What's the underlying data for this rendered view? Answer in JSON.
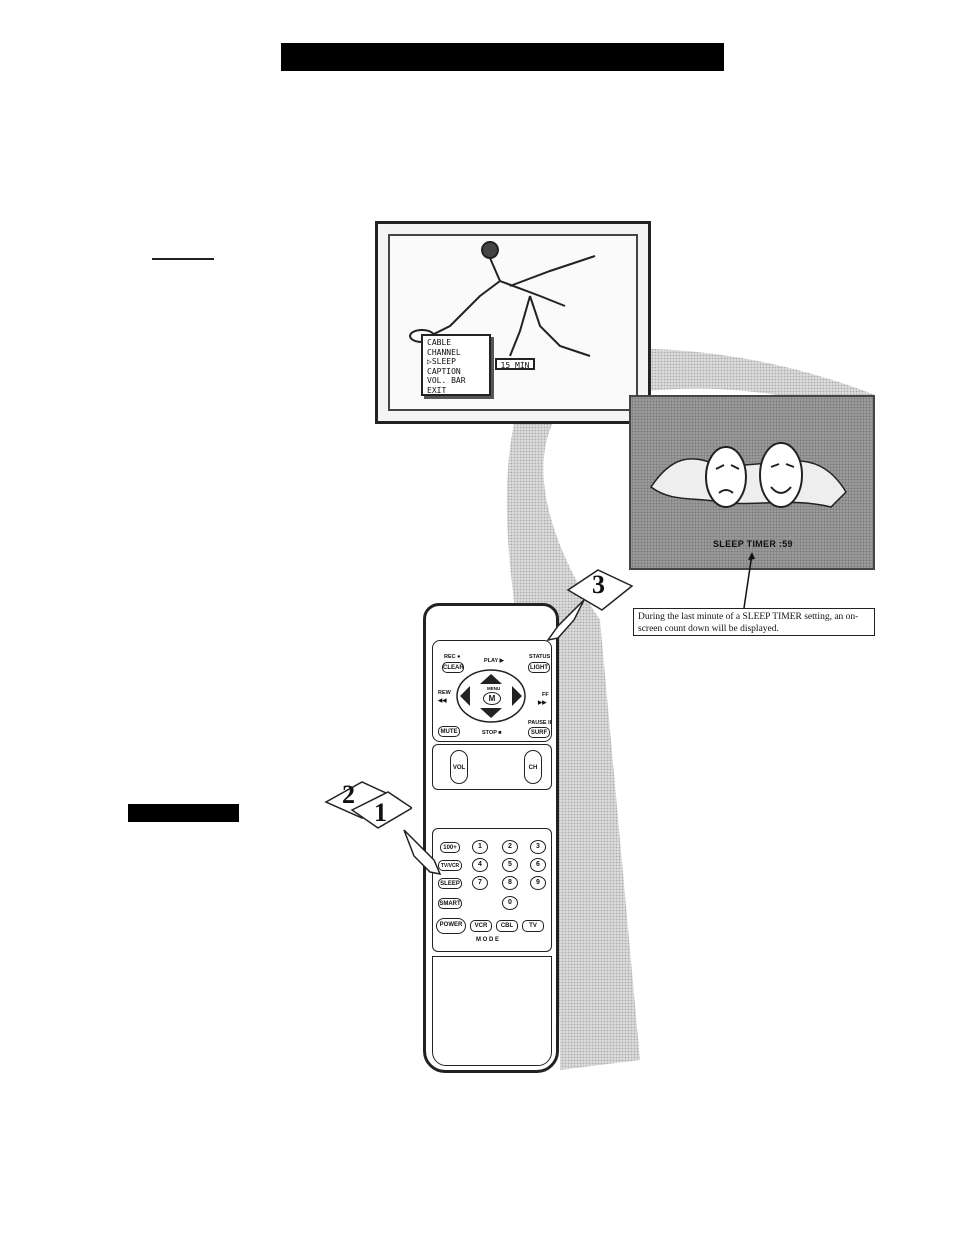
{
  "tv_menu": {
    "items": [
      "CABLE",
      "CHANNEL",
      "▷SLEEP",
      "CAPTION",
      "VOL. BAR",
      "EXIT"
    ],
    "value": "15 MIN"
  },
  "overlay": {
    "sleep_timer": "SLEEP TIMER  :59"
  },
  "caption": "During the last minute of a SLEEP TIMER setting, an on-screen count down will be displayed.",
  "remote": {
    "rec": "REC ●",
    "clear": "CLEAR",
    "play": "PLAY ▶",
    "status": "STATUS",
    "light": "LIGHT",
    "rew": "REW",
    "rew_sym": "◀◀",
    "menu": "MENU",
    "m": "M",
    "ff": "FF",
    "ff_sym": "▶▶",
    "pause": "PAUSE II",
    "mute": "MUTE",
    "stop": "STOP ■",
    "surf": "SURF",
    "vol": "VOL",
    "ch": "CH",
    "b100": "100+",
    "tvvcr": "TV/VCR",
    "sleep": "SLEEP",
    "smart": "SMART",
    "power": "POWER",
    "vcr": "VCR",
    "cbl": "CBL",
    "tv": "TV",
    "mode": "M O D E",
    "digits": [
      "1",
      "2",
      "3",
      "4",
      "5",
      "6",
      "7",
      "8",
      "9",
      "0"
    ]
  },
  "step_cards": [
    "2",
    "1",
    "3"
  ]
}
